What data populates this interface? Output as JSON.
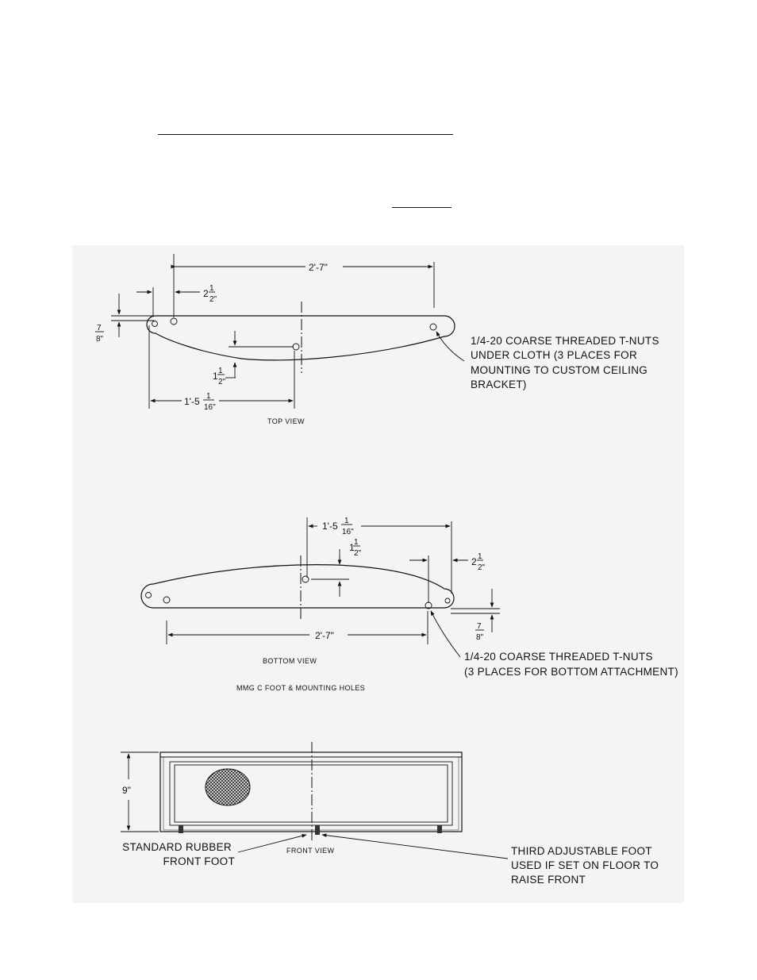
{
  "top_view": {
    "dim_overall": "2'-7\"",
    "dim_edge_whole": "2",
    "dim_edge_num": "1",
    "dim_edge_den": "2\"",
    "dim_thick_num": "7",
    "dim_thick_den": "8\"",
    "dim_offset_whole": "1",
    "dim_offset_num": "1",
    "dim_offset_den": "2\"",
    "dim_center_whole": "1'-5",
    "dim_center_num": "1",
    "dim_center_den": "16\"",
    "note_lines": [
      "1/4-20 COARSE THREADED T-NUTS",
      "UNDER CLOTH (3 PLACES FOR",
      "MOUNTING TO CUSTOM CEILING",
      "BRACKET)"
    ],
    "caption": "TOP VIEW"
  },
  "bottom_view": {
    "dim_center_whole": "1'-5",
    "dim_center_num": "1",
    "dim_center_den": "16\"",
    "dim_offset_whole": "1",
    "dim_offset_num": "1",
    "dim_offset_den": "2\"",
    "dim_edge_whole": "2",
    "dim_edge_num": "1",
    "dim_edge_den": "2\"",
    "dim_thick_num": "7",
    "dim_thick_den": "8\"",
    "dim_overall": "2'-7\"",
    "note_lines": [
      "1/4-20 COARSE THREADED T-NUTS",
      "(3 PLACES FOR BOTTOM ATTACHMENT)"
    ],
    "caption": "BOTTOM VIEW",
    "subcaption": "MMG C FOOT & MOUNTING HOLES"
  },
  "front_view": {
    "dim_height": "9\"",
    "label_left": [
      "STANDARD RUBBER",
      "FRONT FOOT"
    ],
    "caption": "FRONT VIEW",
    "label_right": [
      "THIRD ADJUSTABLE FOOT",
      "USED IF SET ON FLOOR TO",
      "RAISE FRONT"
    ]
  }
}
